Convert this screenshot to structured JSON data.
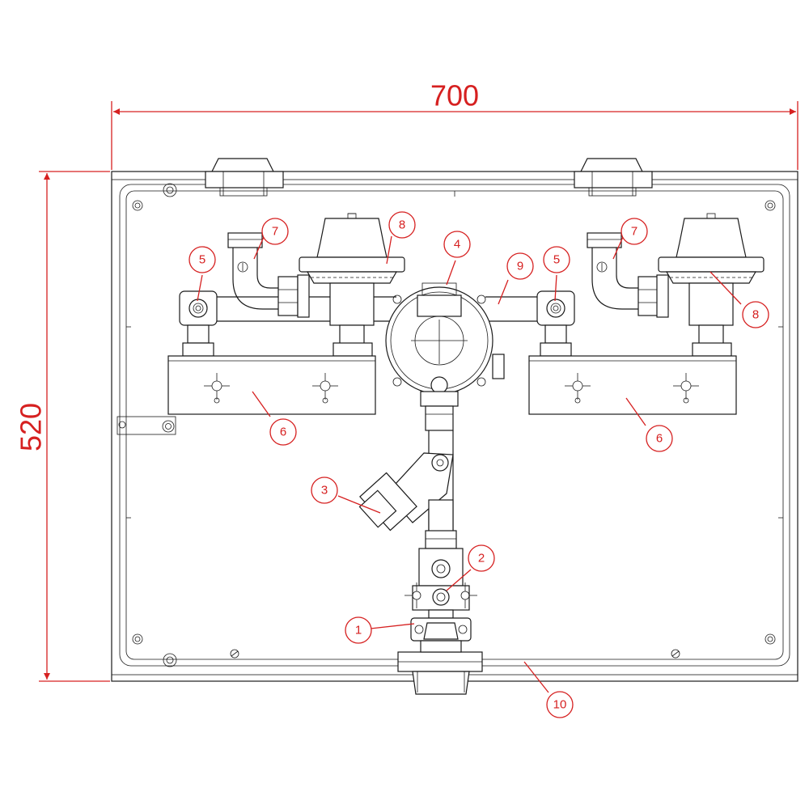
{
  "dimensions": {
    "width_label": "700",
    "height_label": "520"
  },
  "callouts": [
    "1",
    "2",
    "3",
    "4",
    "5",
    "5",
    "6",
    "6",
    "7",
    "7",
    "8",
    "8",
    "9",
    "10"
  ],
  "colors": {
    "dimension": "#d62020",
    "line": "#1a1a1a",
    "background": "#ffffff"
  }
}
